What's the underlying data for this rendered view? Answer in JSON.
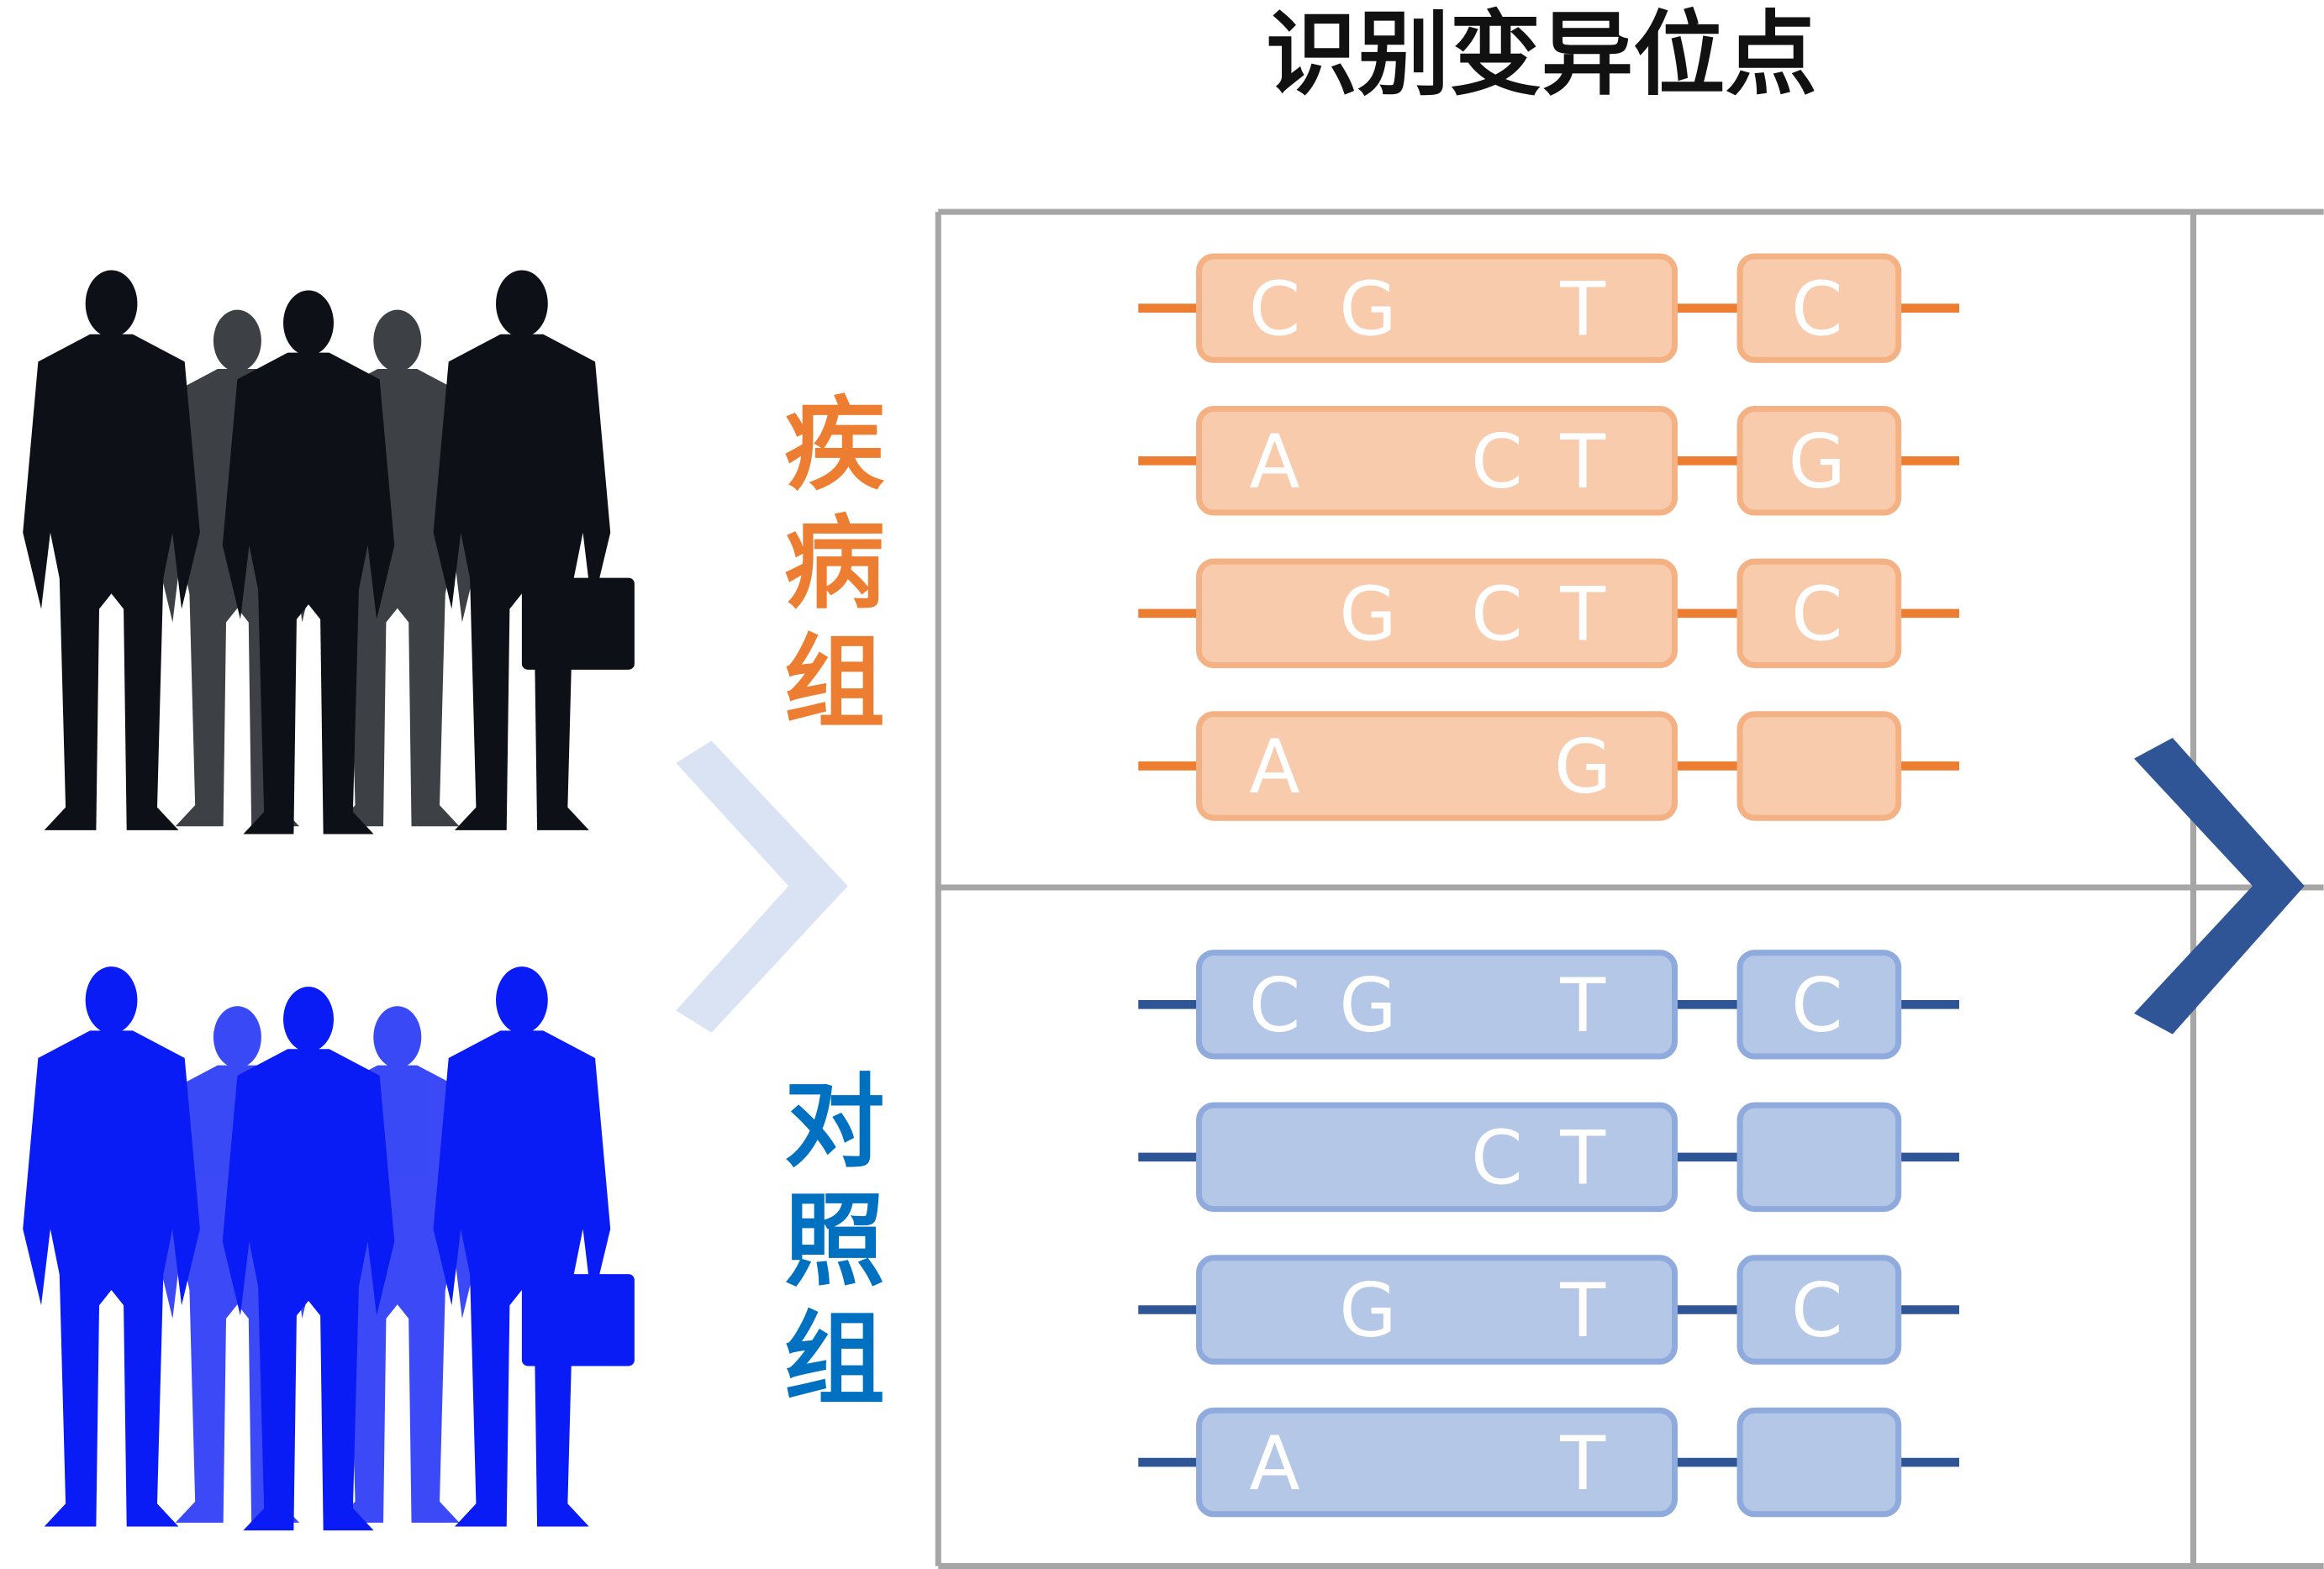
{
  "title": "识别变异位点",
  "groups": {
    "disease": {
      "label_chars": [
        "疾",
        "病",
        "组"
      ],
      "text_color": "#ed7d31",
      "line_color": "#ed7d31",
      "fill": "#f8cbad",
      "stroke": "#f4b183",
      "people_color": "#0d1117",
      "rows": [
        [
          "C",
          "G",
          "",
          "T",
          "C"
        ],
        [
          "A",
          "",
          "C",
          "T",
          "G"
        ],
        [
          "",
          "G",
          "C",
          "T",
          "C"
        ],
        [
          "A",
          "",
          "",
          "G",
          ""
        ]
      ]
    },
    "control": {
      "label_chars": [
        "对",
        "照",
        "组"
      ],
      "text_color": "#0070c0",
      "line_color": "#2f5597",
      "fill": "#b4c7e7",
      "stroke": "#8faadc",
      "people_color": "#0a1cf5",
      "rows": [
        [
          "C",
          "G",
          "",
          "T",
          "C"
        ],
        [
          "",
          "",
          "C",
          "T",
          ""
        ],
        [
          "",
          "G",
          "",
          "T",
          "C"
        ],
        [
          "A",
          "",
          "",
          "T",
          ""
        ]
      ]
    }
  },
  "colors": {
    "grid": "#a6a6a6",
    "arrow_light": "#dae3f3",
    "arrow_dark": "#2f5597"
  }
}
